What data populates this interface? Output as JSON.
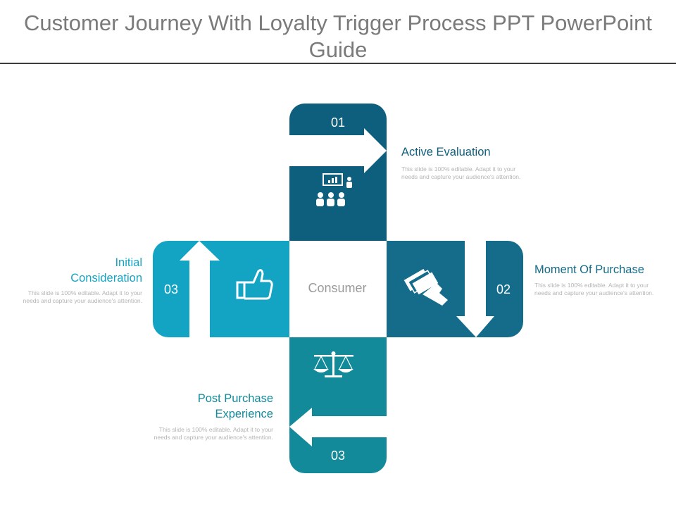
{
  "title": "Customer Journey With Loyalty Trigger Process PPT PowerPoint Guide",
  "colors": {
    "dark": "#0e5f7e",
    "medium": "#146c8a",
    "light": "#14a4c3",
    "teal": "#138a99",
    "center_text": "#9a9a9a"
  },
  "center_label": "Consumer",
  "steps": {
    "top": {
      "number": "01",
      "title": "Active Evaluation",
      "description": "This slide is 100% editable. Adapt it to your needs and capture your audience's attention.",
      "icon": "presentation-audience-icon"
    },
    "right": {
      "number": "02",
      "title": "Moment Of Purchase",
      "description": "This slide is 100% editable. Adapt it to your needs and capture your audience's attention.",
      "icon": "hand-money-icon"
    },
    "left": {
      "number": "03",
      "title": "Initial Consideration",
      "description": "This slide is 100% editable. Adapt it to your needs and capture your audience's attention.",
      "icon": "thumbs-up-icon"
    },
    "bottom": {
      "number": "03",
      "title": "Post Purchase Experience",
      "description": "This slide is 100% editable. Adapt it to your needs and capture your audience's attention.",
      "icon": "balance-scale-icon"
    }
  }
}
